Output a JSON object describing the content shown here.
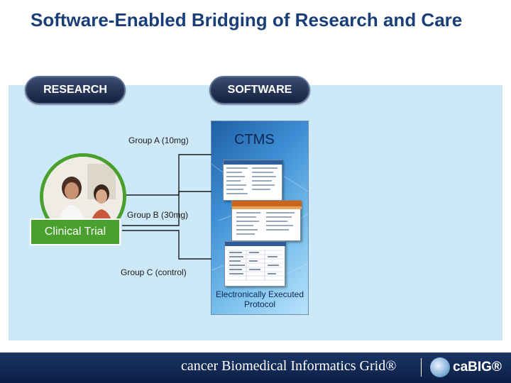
{
  "title": "Software-Enabled Bridging of Research and Care",
  "labels": {
    "research": "RESEARCH",
    "software": "SOFTWARE",
    "ctms": "CTMS",
    "protocol": "Electronically Executed Protocol",
    "clinical_trial": "Clinical Trial"
  },
  "groups": [
    {
      "label": "Group A (10mg)"
    },
    {
      "label": "Group B (30mg)"
    },
    {
      "label": "Group C (control)"
    }
  ],
  "footer": {
    "program": "cancer Biomedical Informatics Grid®",
    "brand": "caBIG®"
  },
  "colors": {
    "title": "#1a3e78",
    "panel": "#cde8f7",
    "pill": "#14223f",
    "green": "#4aa02c",
    "footer": "#0c1e45"
  },
  "icons": [
    "research-photo",
    "software-screenshots",
    "cabig-globe-logo"
  ]
}
